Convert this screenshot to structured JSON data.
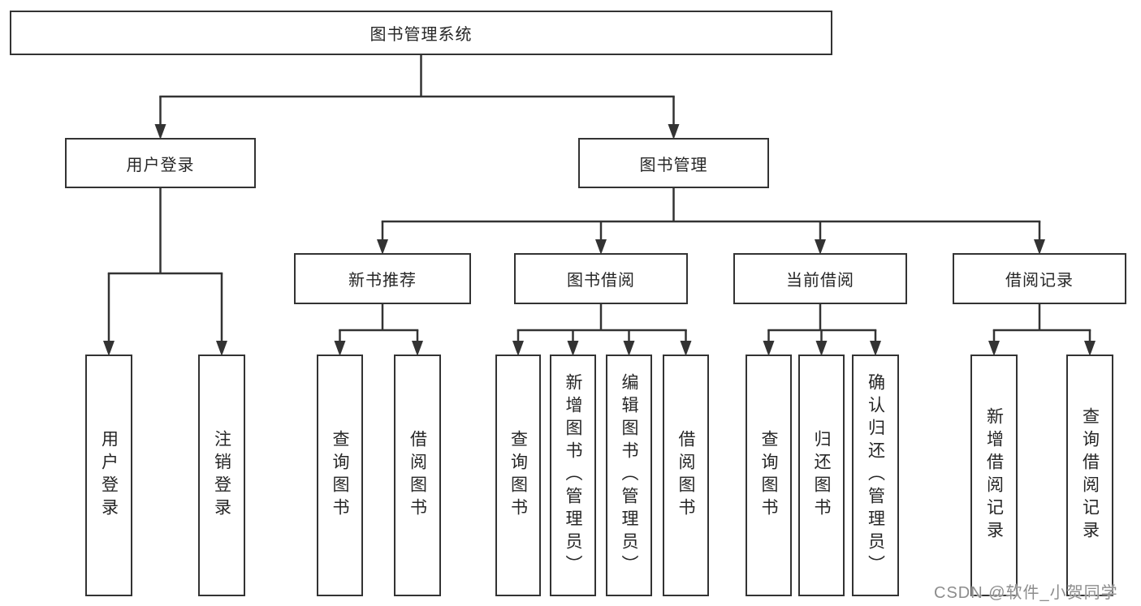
{
  "diagram": {
    "root": {
      "label": "图书管理系统"
    },
    "level2": [
      {
        "label": "用户登录",
        "children": [
          {
            "label": "用户登录"
          },
          {
            "label": "注销登录"
          }
        ]
      },
      {
        "label": "图书管理",
        "children": [
          {
            "label": "新书推荐",
            "children": [
              {
                "label": "查询图书"
              },
              {
                "label": "借阅图书"
              }
            ]
          },
          {
            "label": "图书借阅",
            "children": [
              {
                "label": "查询图书"
              },
              {
                "label": "新增图书（管理员）"
              },
              {
                "label": "编辑图书（管理员）"
              },
              {
                "label": "借阅图书"
              }
            ]
          },
          {
            "label": "当前借阅",
            "children": [
              {
                "label": "查询图书"
              },
              {
                "label": "归还图书"
              },
              {
                "label": "确认归还（管理员）"
              }
            ]
          },
          {
            "label": "借阅记录",
            "children": [
              {
                "label": "新增借阅记录"
              },
              {
                "label": "查询借阅记录"
              }
            ]
          }
        ]
      }
    ]
  },
  "watermark": "CSDN @软件_小贺同学",
  "colors": {
    "line": "#333333",
    "text": "#262626",
    "background": "#ffffff",
    "watermark": "#8d8d8d"
  }
}
